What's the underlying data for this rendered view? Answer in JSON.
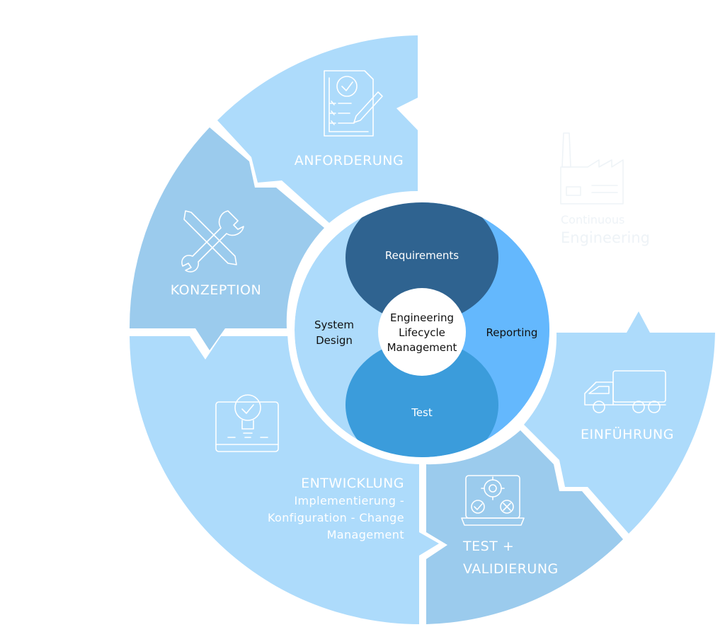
{
  "outer_ring": {
    "anforderung": "ANFORDERUNG",
    "konzeption": "KONZEPTION",
    "entwicklung": {
      "title": "ENTWICKLUNG",
      "line1": "Implementierung -",
      "line2": "Konfiguration - Change",
      "line3": "Management"
    },
    "test": {
      "line1": "TEST +",
      "line2": "VALIDIERUNG"
    },
    "einfuehrung": "EINFÜHRUNG"
  },
  "continuous": {
    "line1": "Continuous",
    "line2": "Engineering"
  },
  "inner_circle": {
    "requirements": "Requirements",
    "system_design": {
      "line1": "System",
      "line2": "Design"
    },
    "reporting": "Reporting",
    "test": "Test",
    "center": {
      "line1": "Engineering",
      "line2": "Lifecycle",
      "line3": "Management"
    }
  },
  "colors": {
    "outer_light": "#addbfb",
    "outer_mid": "#9bcbed",
    "requirements": "#2f6390",
    "reporting": "#64b8fd",
    "test": "#3b9cdb",
    "system_design": "#addbfb",
    "ghost": "#eef3f7"
  }
}
